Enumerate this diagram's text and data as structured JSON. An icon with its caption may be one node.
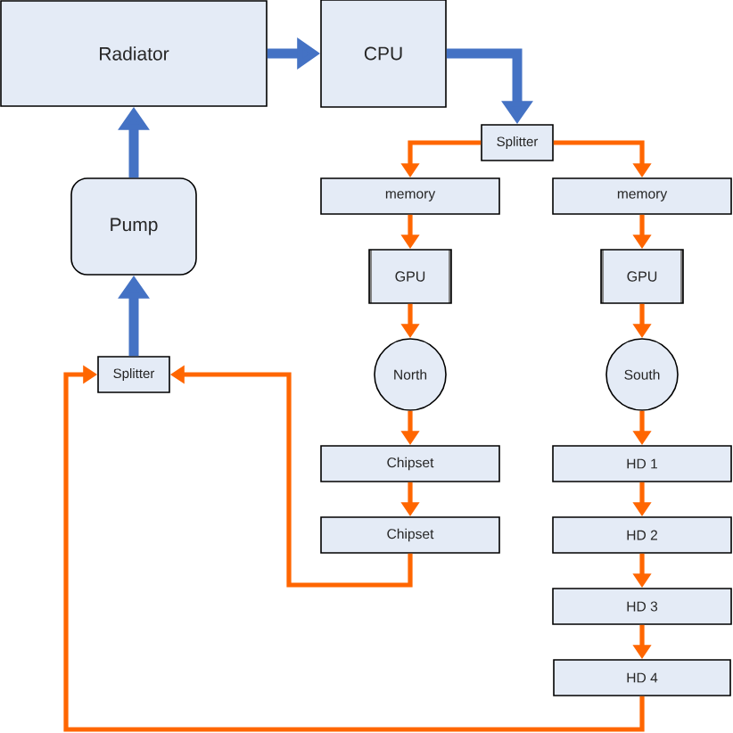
{
  "diagram": {
    "nodes": [
      {
        "text": [
          "Radiator"
        ]
      },
      {
        "text": [
          "CPU"
        ]
      },
      {
        "text": [
          "Splitter"
        ]
      },
      {
        "text": [
          "memory"
        ]
      },
      {
        "text": [
          "memory"
        ]
      },
      {
        "text": [
          "Pump"
        ]
      },
      {
        "text": [
          "GPU"
        ]
      },
      {
        "text": [
          "GPU"
        ]
      },
      {
        "text": [
          "Splitter"
        ]
      },
      {
        "text": [
          "North"
        ]
      },
      {
        "text": [
          "South"
        ]
      },
      {
        "text": [
          "Chipset"
        ]
      },
      {
        "text": [
          "HD 1"
        ]
      },
      {
        "text": [
          "Chipset"
        ]
      },
      {
        "text": [
          "HD 2"
        ]
      },
      {
        "text": [
          "HD 3"
        ]
      },
      {
        "text": [
          "HD 4"
        ]
      }
    ],
    "edges": [
      {
        "from": 0,
        "to": 1,
        "arrow": "to",
        "style": "thick",
        "color": "#4472c4"
      },
      {
        "from": 1,
        "to": 2,
        "arrow": "to",
        "style": "thick",
        "color": "#4472c4"
      },
      {
        "from": 2,
        "to": 3,
        "arrow": "to"
      },
      {
        "from": 2,
        "to": 4,
        "arrow": "to"
      },
      {
        "from": 3,
        "to": 6,
        "arrow": "to"
      },
      {
        "from": 4,
        "to": 7,
        "arrow": "to"
      },
      {
        "from": 6,
        "to": 9,
        "arrow": "to"
      },
      {
        "from": 7,
        "to": 10,
        "arrow": "to"
      },
      {
        "from": 9,
        "to": 11,
        "arrow": "to"
      },
      {
        "from": 10,
        "to": 12,
        "arrow": "to"
      },
      {
        "from": 11,
        "to": 13,
        "arrow": "to"
      },
      {
        "from": 12,
        "to": 14,
        "arrow": "to"
      },
      {
        "from": 14,
        "to": 15,
        "arrow": "to"
      },
      {
        "from": 15,
        "to": 16,
        "arrow": "to"
      },
      {
        "from": 13,
        "to": 8,
        "arrow": "to"
      },
      {
        "from": 16,
        "to": 8,
        "arrow": "to"
      },
      {
        "from": 8,
        "to": 5,
        "arrow": "to",
        "style": "thick",
        "color": "#4472c4"
      },
      {
        "from": 5,
        "to": 0,
        "arrow": "to",
        "style": "thick",
        "color": "#4472c4"
      }
    ]
  }
}
